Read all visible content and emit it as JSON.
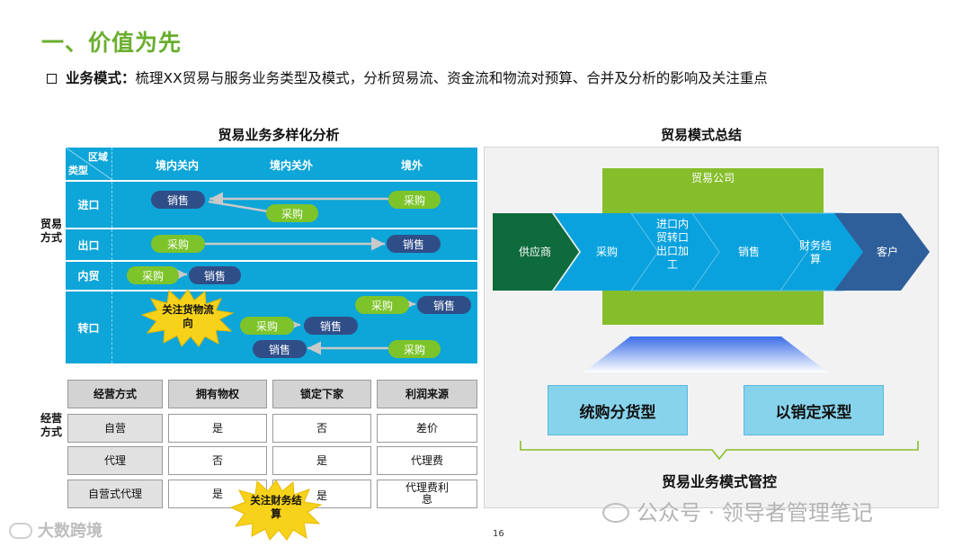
{
  "header": {
    "title": "一、价值为先",
    "subtitle_label": "业务模式：",
    "subtitle_text": "梳理XX贸易与服务业务类型及模式，分析贸易流、资金流和物流对预算、合并及分析的影响及关注重点"
  },
  "left": {
    "title": "贸易业务多样化分析",
    "corner_region": "区域",
    "corner_type": "类型",
    "columns": [
      "境内关内",
      "境内关外",
      "境外"
    ],
    "group_label": "贸易方式",
    "rows": [
      {
        "label": "进口",
        "pills": {
          "a": "销售",
          "b": "采购",
          "c": "采购"
        }
      },
      {
        "label": "出口",
        "pills": {
          "a": "采购",
          "b": "销售"
        }
      },
      {
        "label": "内贸",
        "pills": {
          "a": "采购",
          "b": "销售"
        }
      },
      {
        "label": "转口",
        "pills": {
          "a": "采购",
          "b": "销售",
          "c": "采购",
          "d": "销售",
          "e": "销售",
          "f": "采购"
        }
      }
    ],
    "burst_goods": "关注货物流向",
    "ops": {
      "group_label": "经营方式",
      "headers": [
        "经营方式",
        "拥有物权",
        "锁定下家",
        "利润来源"
      ],
      "rows": [
        [
          "自营",
          "是",
          "否",
          "差价"
        ],
        [
          "代理",
          "否",
          "是",
          "代理费"
        ],
        [
          "自营式代理",
          "是",
          "",
          "代理费利息"
        ]
      ],
      "row3_col3": "是",
      "burst_finance": "关注财务结算"
    }
  },
  "right": {
    "title": "贸易模式总结",
    "company": "贸易公司",
    "supplier": "供应商",
    "purchase": "采购",
    "middle": "进口内贸转口出口加工",
    "sales": "销售",
    "finance": "财务结算",
    "customer": "客户",
    "model_a": "统购分货型",
    "model_b": "以销定采型",
    "control": "贸易业务模式管控",
    "colors": {
      "supplier": "#0e6b3c",
      "flow": "#0aa2de",
      "customer": "#2f5f9a",
      "company": "#86be2b"
    }
  },
  "footer": {
    "page": "16",
    "watermark": "公众号 · 领导者管理笔记",
    "corner_logo": "大数跨境"
  }
}
